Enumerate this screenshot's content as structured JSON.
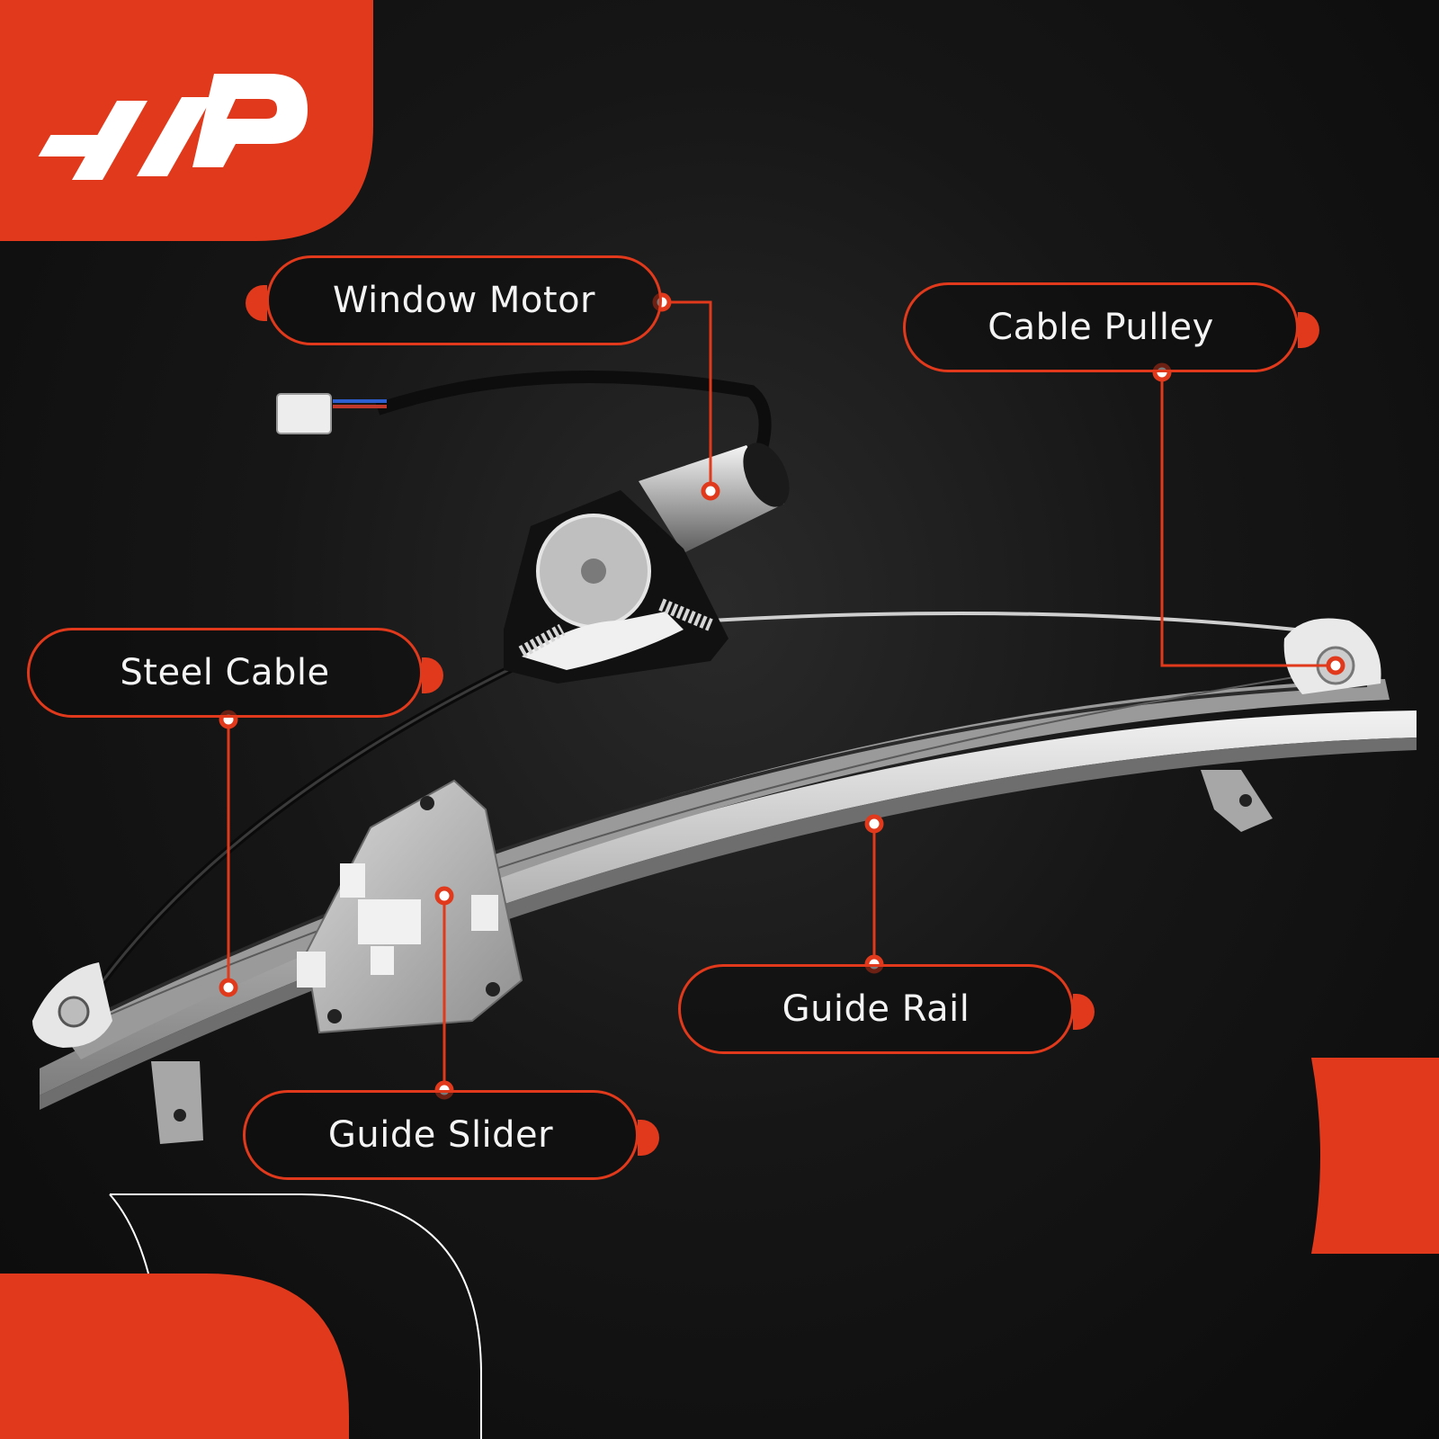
{
  "labels": {
    "window_motor": "Window Motor",
    "cable_pulley": "Cable Pulley",
    "steel_cable": "Steel Cable",
    "guide_rail": "Guide Rail",
    "guide_slider": "Guide Slider"
  },
  "logo": {
    "text": "A-P",
    "icon": "brand-logo"
  },
  "colors": {
    "accent": "#e0391b",
    "background": "#111111",
    "label_text": "#f4f4f4"
  }
}
